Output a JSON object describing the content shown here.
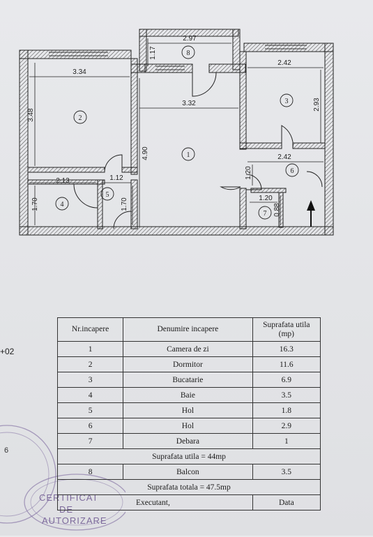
{
  "plan": {
    "rooms": [
      {
        "num": "1"
      },
      {
        "num": "2"
      },
      {
        "num": "3"
      },
      {
        "num": "4"
      },
      {
        "num": "5"
      },
      {
        "num": "6"
      },
      {
        "num": "7"
      },
      {
        "num": "8"
      }
    ],
    "dimensions": [
      "2.97",
      "1.17",
      "3.34",
      "3.48",
      "3.32",
      "4.90",
      "2.42",
      "2.93",
      "2.42",
      "1.20",
      "1.12",
      "2.13",
      "1.70",
      "1.70",
      "1.20",
      "0.88"
    ]
  },
  "table": {
    "headers": [
      "Nr.incapere",
      "Denumire incapere",
      "Suprafata utila (mp)"
    ],
    "rows": [
      {
        "nr": "1",
        "name": "Camera de zi",
        "area": "16.3"
      },
      {
        "nr": "2",
        "name": "Dormitor",
        "area": "11.6"
      },
      {
        "nr": "3",
        "name": "Bucatarie",
        "area": "6.9"
      },
      {
        "nr": "4",
        "name": "Baie",
        "area": "3.5"
      },
      {
        "nr": "5",
        "name": "Hol",
        "area": "1.8"
      },
      {
        "nr": "6",
        "name": "Hol",
        "area": "2.9"
      },
      {
        "nr": "7",
        "name": "Debara",
        "area": "1"
      }
    ],
    "utila_total": "Suprafata utila = 44mp",
    "balcon": {
      "nr": "8",
      "name": "Balcon",
      "area": "3.5"
    },
    "totala": "Suprafata totala = 47.5mp",
    "executant": "Executant,",
    "data_label": "Data"
  },
  "margin": {
    "side_number": "+02",
    "small_number": "6"
  },
  "stamp": {
    "line1": "CERTIFICAT",
    "line2": "DE",
    "line3": "AUTORIZARE"
  }
}
